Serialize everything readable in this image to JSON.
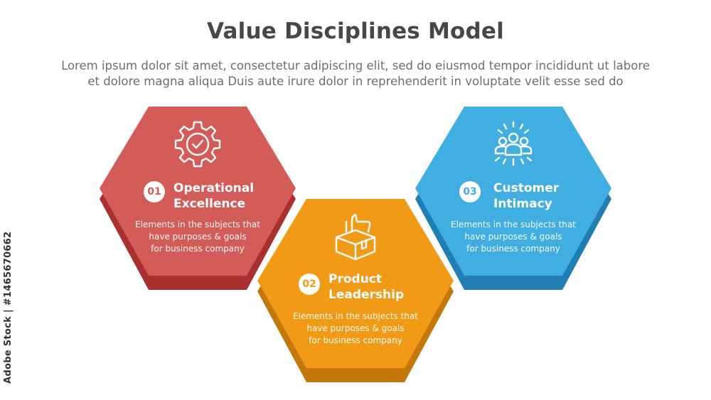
{
  "title": "Value Disciplines Model",
  "subtitle_lines": [
    "Lorem ipsum dolor sit amet, consectetur adipiscing elit, sed do eiusmod tempor incididunt ut labore",
    "et dolore magna aliqua Duis aute irure dolor in reprehenderit in voluptate velit esse sed do"
  ],
  "items": [
    {
      "number": "01",
      "label_lines": [
        "Operational",
        "Excellence"
      ],
      "desc_lines": [
        "Elements in the subjects that",
        "have  purposes & goals",
        "for business company"
      ],
      "icon": "gear-check-icon",
      "color": "#d35b58",
      "shadow_color": "#a8302f"
    },
    {
      "number": "02",
      "label_lines": [
        "Product",
        "Leadership"
      ],
      "desc_lines": [
        "Elements in the subjects that",
        "have  purposes & goals",
        "for business company"
      ],
      "icon": "box-thumbs-up-icon",
      "color": "#f19a16",
      "shadow_color": "#c4770c"
    },
    {
      "number": "03",
      "label_lines": [
        "Customer",
        "Intimacy"
      ],
      "desc_lines": [
        "Elements in the subjects that",
        "have  purposes & goals",
        "for business company"
      ],
      "icon": "team-icon",
      "color": "#41aee2",
      "shadow_color": "#217eb2"
    }
  ],
  "credit": "Adobe Stock | #1465670662"
}
